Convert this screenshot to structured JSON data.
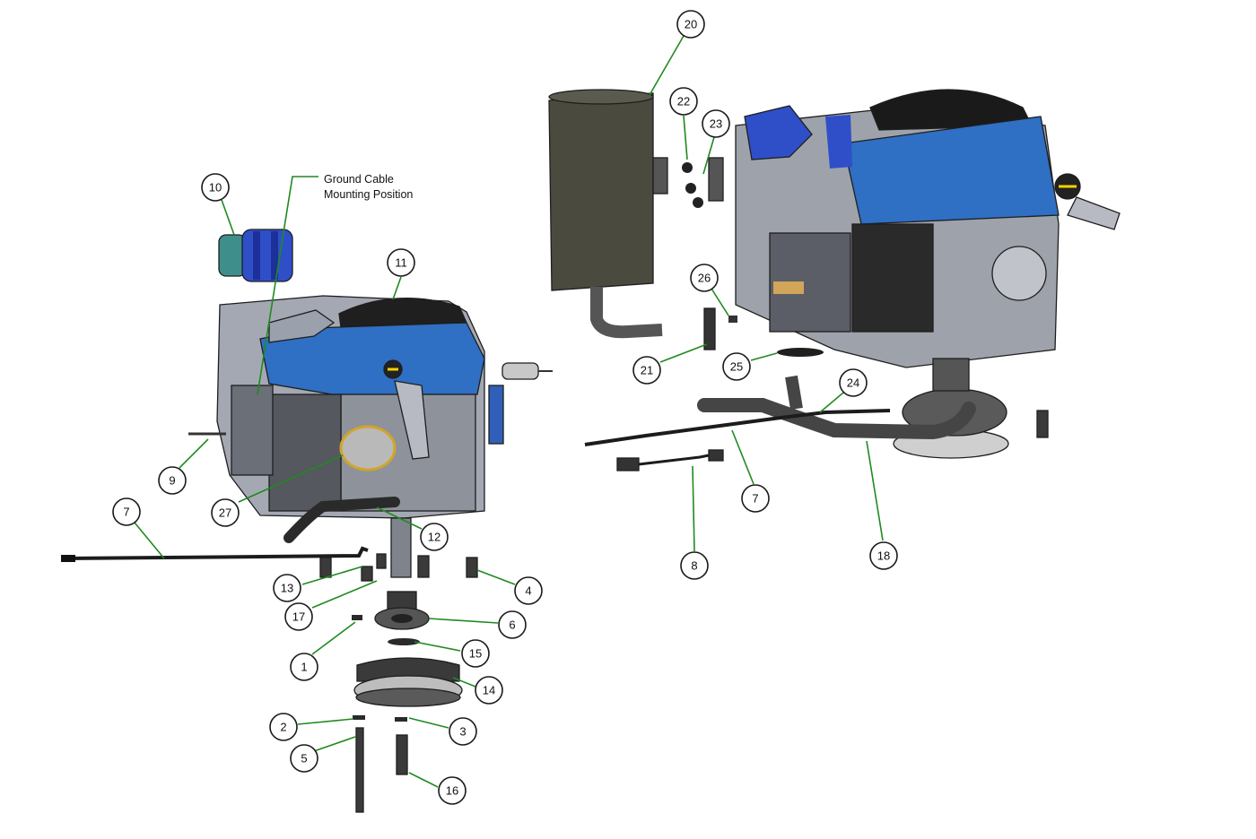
{
  "colors": {
    "engine_blue": "#2f6fc4",
    "engine_grey": "#9a9ea8",
    "dark_part": "#3a3a3a",
    "leader_green": "#1f8a1f",
    "callout_stroke": "#1a1a1a"
  },
  "annotation": {
    "line1": "Ground Cable",
    "line2": "Mounting Position"
  },
  "callouts": {
    "c1": "1",
    "c2": "2",
    "c3": "3",
    "c4": "4",
    "c5": "5",
    "c6": "6",
    "c7a": "7",
    "c7b": "7",
    "c8": "8",
    "c9": "9",
    "c10": "10",
    "c11": "11",
    "c12": "12",
    "c13": "13",
    "c14": "14",
    "c15": "15",
    "c16": "16",
    "c17": "17",
    "c18": "18",
    "c20": "20",
    "c21": "21",
    "c22": "22",
    "c23": "23",
    "c24": "24",
    "c25": "25",
    "c26": "26",
    "c27": "27"
  }
}
